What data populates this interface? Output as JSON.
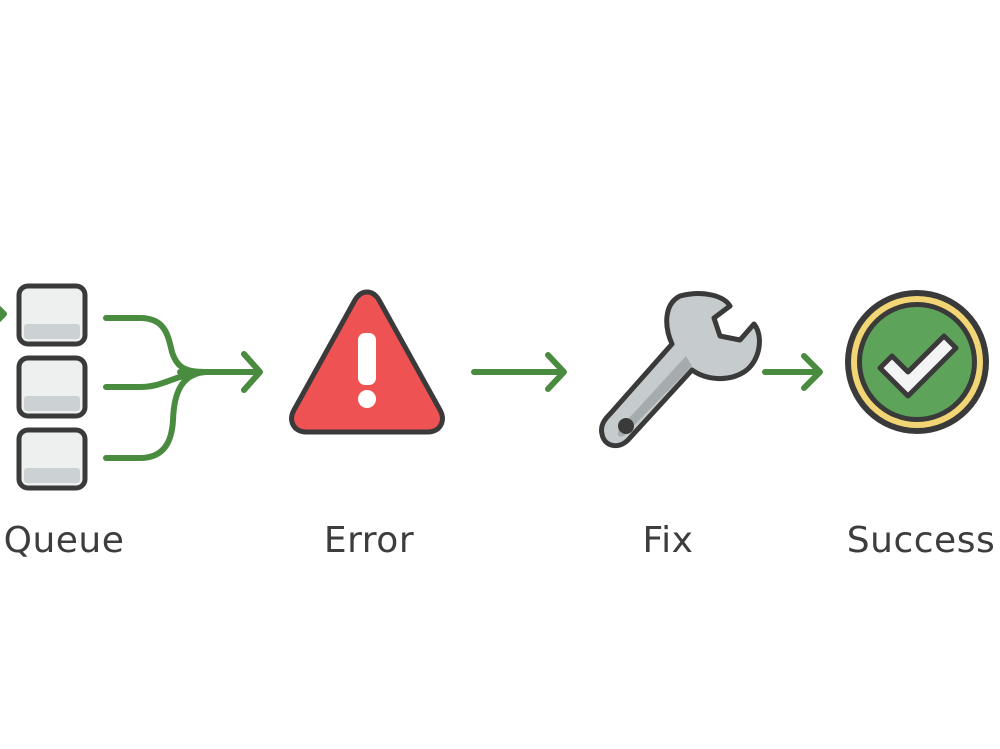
{
  "diagram": {
    "type": "process-flow",
    "colors": {
      "background": "#ffffff",
      "arrow": "#4a8c3f",
      "outline": "#3a3a3a",
      "queue_box_fill": "#eef0f0",
      "queue_box_shade": "#ccd1d3",
      "error_fill": "#ee5253",
      "wrench_fill": "#c6cbcd",
      "wrench_shade": "#a6abad",
      "success_fill": "#5da35a",
      "success_ring": "#f2d675",
      "check_fill": "#f4f4f4",
      "label_text": "#3d3d3d"
    },
    "steps": [
      {
        "id": "queue",
        "label": "Queue",
        "icon": "stacked-boxes-icon"
      },
      {
        "id": "error",
        "label": "Error",
        "icon": "warning-triangle-icon"
      },
      {
        "id": "fix",
        "label": "Fix",
        "icon": "wrench-icon"
      },
      {
        "id": "success",
        "label": "Success",
        "icon": "check-circle-icon"
      }
    ],
    "edges": [
      {
        "from": "queue",
        "to": "error",
        "style": "merge-arrow"
      },
      {
        "from": "error",
        "to": "fix",
        "style": "arrow"
      },
      {
        "from": "fix",
        "to": "success",
        "style": "arrow"
      }
    ]
  }
}
